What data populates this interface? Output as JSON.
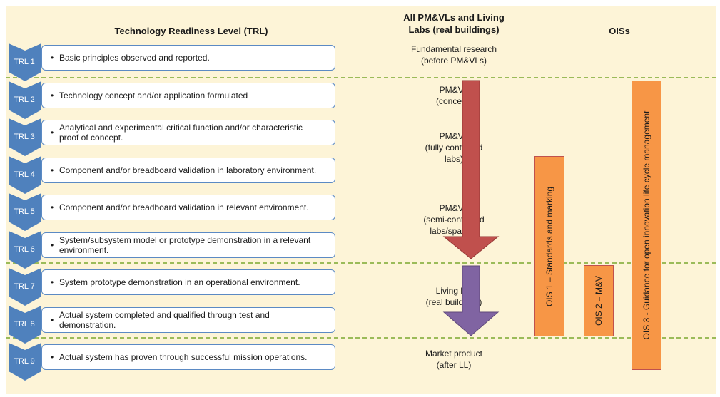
{
  "headers": {
    "trl": "Technology Readiness Level (TRL)",
    "middle_line1": "All PM&VLs and Living",
    "middle_line2": "Labs (real buildings)",
    "ois": "OISs"
  },
  "bullet": "•",
  "trl_rows": [
    {
      "tag": "TRL 1",
      "lines": [
        "Basic principles observed and reported.",
        ""
      ]
    },
    {
      "tag": "TRL 2",
      "lines": [
        "Technology concept and/or application formulated",
        ""
      ]
    },
    {
      "tag": "TRL 3",
      "lines": [
        "Analytical and experimental critical function and/or characteristic",
        "proof of concept."
      ]
    },
    {
      "tag": "TRL 4",
      "lines": [
        "Component and/or breadboard validation in laboratory environment.",
        ""
      ]
    },
    {
      "tag": "TRL 5",
      "lines": [
        "Component and/or breadboard validation in relevant environment.",
        ""
      ]
    },
    {
      "tag": "TRL 6",
      "lines": [
        "System/subsystem model or prototype demonstration in a relevant",
        "environment."
      ]
    },
    {
      "tag": "TRL 7",
      "lines": [
        "System prototype demonstration in an operational environment.",
        ""
      ]
    },
    {
      "tag": "TRL 8",
      "lines": [
        "Actual system completed and qualified through test and",
        "demonstration."
      ]
    },
    {
      "tag": "TRL 9",
      "lines": [
        "Actual system has proven through successful mission operations.",
        ""
      ]
    }
  ],
  "middle_labels": [
    {
      "lines": [
        "Fundamental research",
        "(before PM&VLs)",
        ""
      ]
    },
    {
      "lines": [
        "PM&VL",
        "(concept)",
        ""
      ]
    },
    {
      "lines": [
        "PM&VL",
        "(fully controlled",
        "labs)"
      ]
    },
    {
      "lines": [
        "PM&VL",
        "(semi-controlled",
        "labs/spaces)"
      ]
    },
    {
      "lines": [
        "Living lab",
        "(real buildings)",
        ""
      ]
    },
    {
      "lines": [
        "Market product",
        "(after LL)",
        ""
      ]
    }
  ],
  "ois_bars": [
    {
      "label": "OIS 1 – Standards and marking"
    },
    {
      "label": "OIS 2 – M&V"
    },
    {
      "label": "OIS 3 - Guidance for open innovation life cycle management"
    }
  ],
  "colors": {
    "background": "#fdf4d7",
    "chevron": "#4f81bd",
    "box_border": "#5b8ac4",
    "red_arrow": "#c0504d",
    "purple_arrow": "#8064a2",
    "ois_fill": "#f79646",
    "divider": "#9bbb59"
  }
}
